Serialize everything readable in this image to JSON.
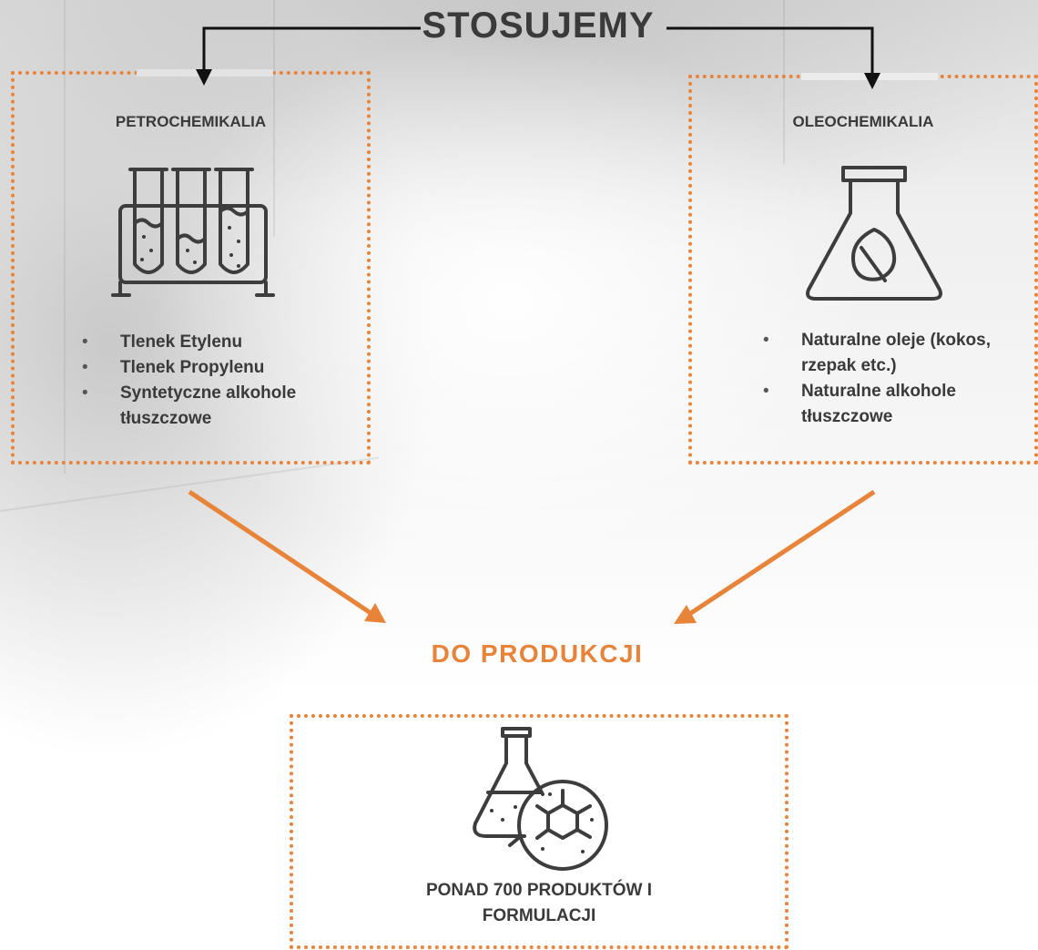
{
  "header": {
    "title": "STOSUJEMY"
  },
  "left_panel": {
    "title": "PETROCHEMIKALIA",
    "icon": "test-tubes-rack-icon",
    "items": [
      "Tlenek Etylenu",
      "Tlenek Propylenu",
      "Syntetyczne alkohole tłuszczowe"
    ]
  },
  "right_panel": {
    "title": "OLEOCHEMIKALIA",
    "icon": "flask-leaf-icon",
    "items": [
      "Naturalne oleje (kokos, rzepak etc.)",
      "Naturalne alkohole tłuszczowe"
    ]
  },
  "middle": {
    "title": "DO PRODUKCJI"
  },
  "bottom_panel": {
    "icon": "flask-molecule-icon",
    "line1": "PONAD 700 PRODUKTÓW I",
    "line2": "FORMULACJI"
  },
  "colors": {
    "accent": "#e8833a",
    "text": "#3a3a3a",
    "connector": "#000000"
  },
  "bullet_glyph": "•"
}
